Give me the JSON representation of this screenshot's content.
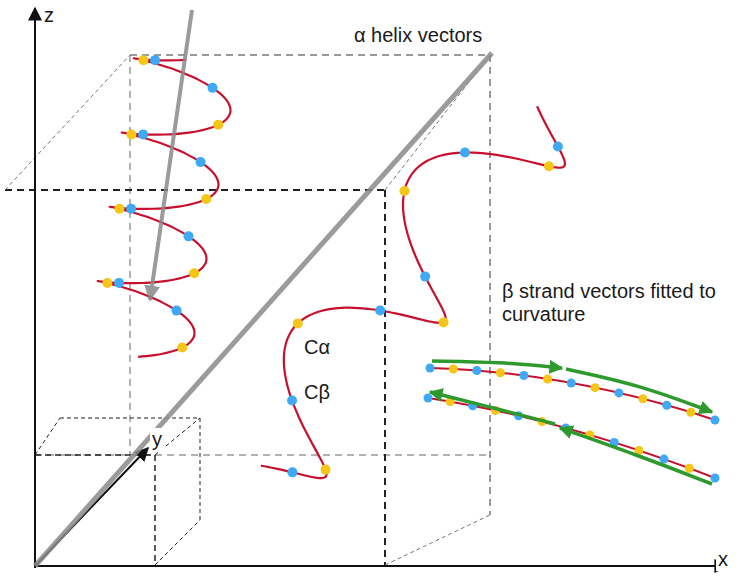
{
  "diagram": {
    "labels": [
      "z",
      "α helix vectors",
      "β strand vectors fitted to curvature",
      "Cα",
      "Cβ",
      "y",
      "x"
    ]
  }
}
